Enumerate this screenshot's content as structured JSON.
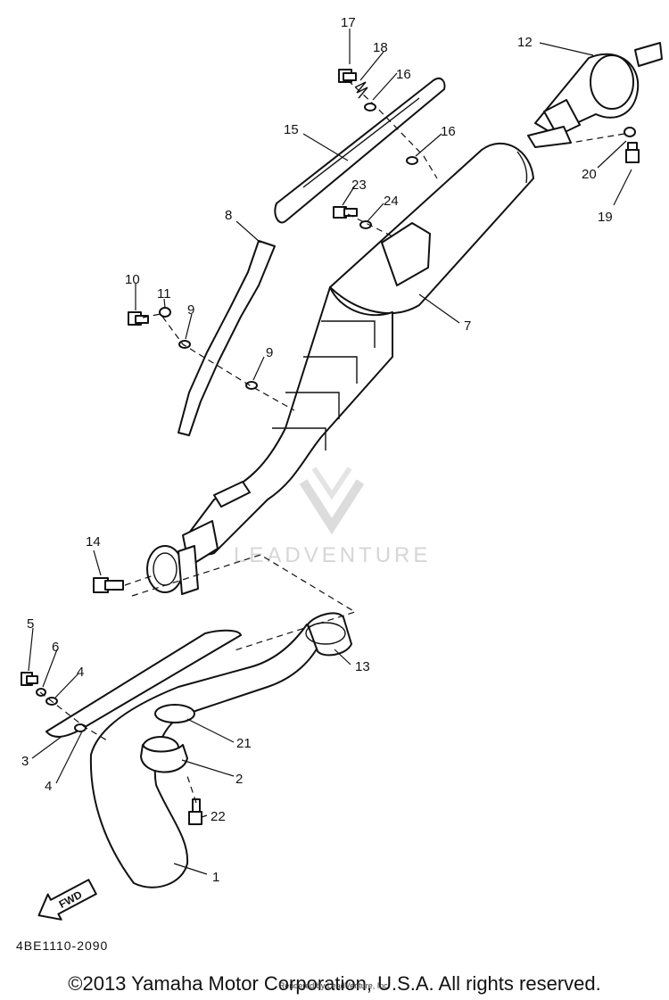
{
  "diagram_code": "4BE1110-2090",
  "copyright": "©2013 Yamaha Motor Corporation, U.S.A. All rights reserved.",
  "rendered_by": "Rendered by LeadVenture, Inc.",
  "watermark": "LEADVENTURE",
  "fwd_label": "FWD",
  "callouts": {
    "c1": "1",
    "c2": "2",
    "c3": "3",
    "c4a": "4",
    "c4b": "4",
    "c5": "5",
    "c6": "6",
    "c7": "7",
    "c8": "8",
    "c9a": "9",
    "c9b": "9",
    "c10": "10",
    "c11": "11",
    "c12": "12",
    "c13": "13",
    "c14": "14",
    "c15": "15",
    "c16a": "16",
    "c16b": "16",
    "c17": "17",
    "c18": "18",
    "c19": "19",
    "c20": "20",
    "c21": "21",
    "c22": "22",
    "c23": "23",
    "c24": "24"
  }
}
